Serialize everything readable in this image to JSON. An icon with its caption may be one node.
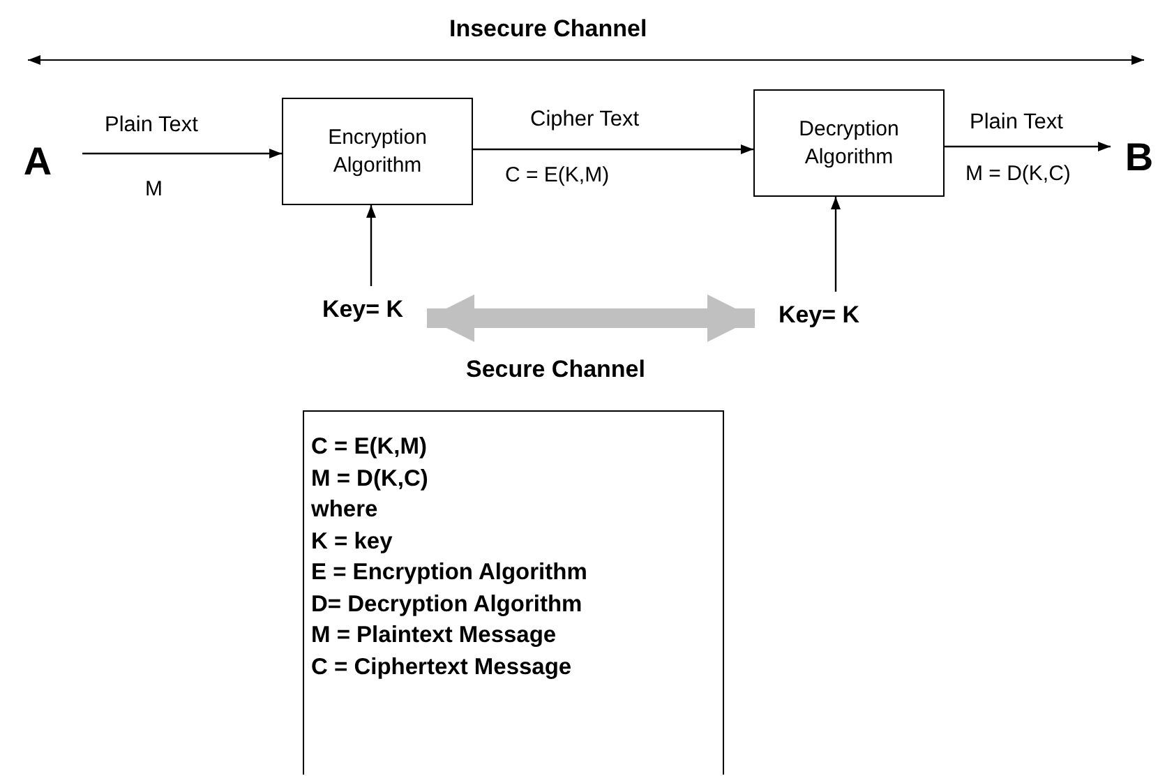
{
  "diagram": {
    "nodes": [
      {
        "text": [
          "A"
        ]
      },
      {
        "text": [
          "Encryption Algorithm"
        ]
      },
      {
        "text": [
          "Decryption Algorithm"
        ]
      },
      {
        "text": [
          "B"
        ]
      },
      {
        "text": [
          "Key= K"
        ]
      },
      {
        "text": [
          "Key= K"
        ]
      },
      {
        "text": [
          "C = E(K,M)",
          "M = D(K,C)",
          "where",
          "K = key",
          "E = Encryption Algorithm",
          "D= Decryption Algorithm",
          "M = Plaintext Message",
          "C = Ciphertext Message"
        ]
      }
    ],
    "edges": [
      {
        "from": 0,
        "to": 1,
        "arrow": "to",
        "label": "Plain Text"
      },
      {
        "from": 1,
        "to": 2,
        "arrow": "to",
        "label": "Cipher Text"
      },
      {
        "from": 2,
        "to": 3,
        "arrow": "to",
        "label": "Plain Text"
      },
      {
        "from": 4,
        "to": 1,
        "arrow": "to"
      },
      {
        "from": 5,
        "to": 2,
        "arrow": "to"
      },
      {
        "from": 4,
        "to": 5,
        "arrow": "both",
        "label": "Secure Channel",
        "style": "thick",
        "color": "#c0c0c0"
      }
    ],
    "labels": [
      "Insecure Channel",
      "M",
      "C = E(K,M)",
      "M = D(K,C)"
    ]
  }
}
